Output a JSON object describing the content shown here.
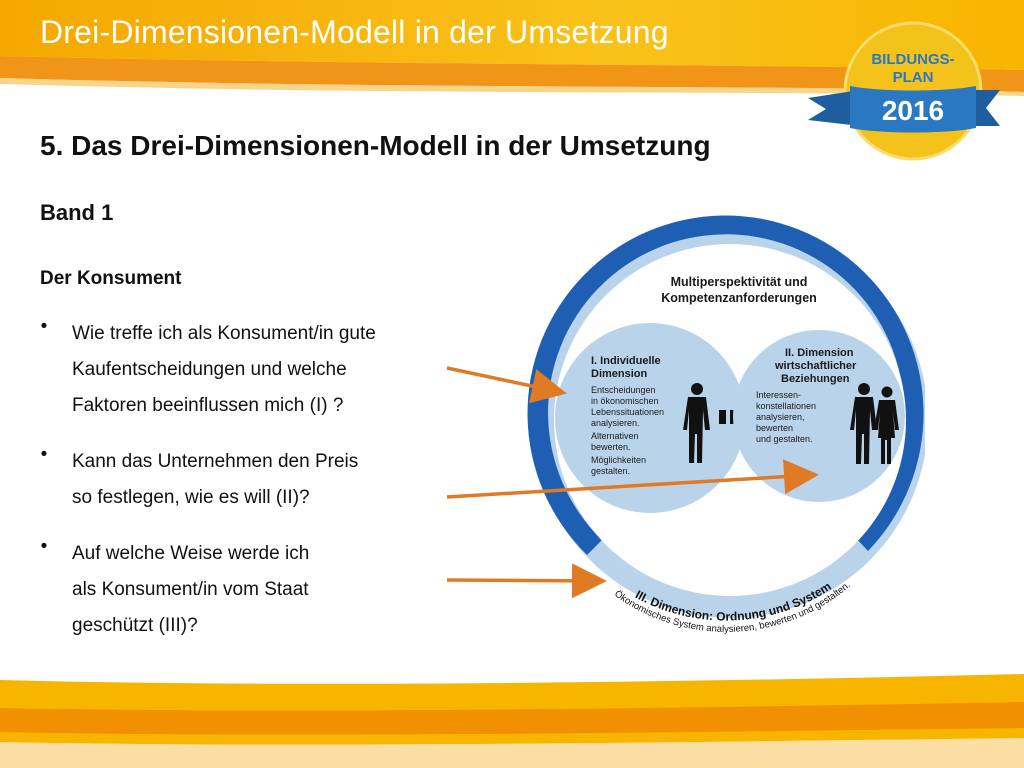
{
  "header": {
    "title": "Drei-Dimensionen-Modell in der Umsetzung"
  },
  "badge": {
    "line1": "BILDUNGS-",
    "line2": "PLAN",
    "year": "2016"
  },
  "main": {
    "title": "5. Das Drei-Dimensionen-Modell in der Umsetzung",
    "band": "Band 1",
    "subheading": "Der Konsument",
    "questions": [
      {
        "lines": [
          "Wie treffe ich als Konsument/in gute",
          "Kaufentscheidungen und welche",
          "Faktoren beeinflussen mich (I) ?"
        ]
      },
      {
        "lines": [
          "Kann das Unternehmen den Preis",
          "so festlegen, wie es will (II)?"
        ]
      },
      {
        "lines": [
          "Auf welche Weise werde ich",
          "als Konsument/in vom Staat",
          "geschützt (III)?"
        ]
      }
    ]
  },
  "diagram": {
    "outer_title_1": "Multiperspektivität und",
    "outer_title_2": "Kompetenzanforderungen",
    "dim1": {
      "title_1": "I. Individuelle",
      "title_2": "Dimension",
      "text": [
        "Entscheidungen",
        "in ökonomischen",
        "Lebenssituationen",
        "analysieren.",
        "Alternativen",
        "bewerten.",
        "Möglichkeiten",
        "gestalten."
      ]
    },
    "dim2": {
      "title_1": "II. Dimension",
      "title_2": "wirtschaftlicher",
      "title_3": "Beziehungen",
      "text": [
        "Interessen-",
        "konstellationen",
        "analysieren,",
        "bewerten",
        "und gestalten."
      ]
    },
    "dim3": {
      "title": "III. Dimension: Ordnung und System",
      "text": "Ökonomisches System analysieren, bewerten und gestalten."
    }
  },
  "colors": {
    "header_yellow": "#f7b500",
    "header_orange": "#f08a00",
    "ring_blue": "#1e5fb4",
    "light_blue": "#b9d3ea",
    "arrow_orange": "#e07a25",
    "badge_blue": "#2a78c2"
  }
}
